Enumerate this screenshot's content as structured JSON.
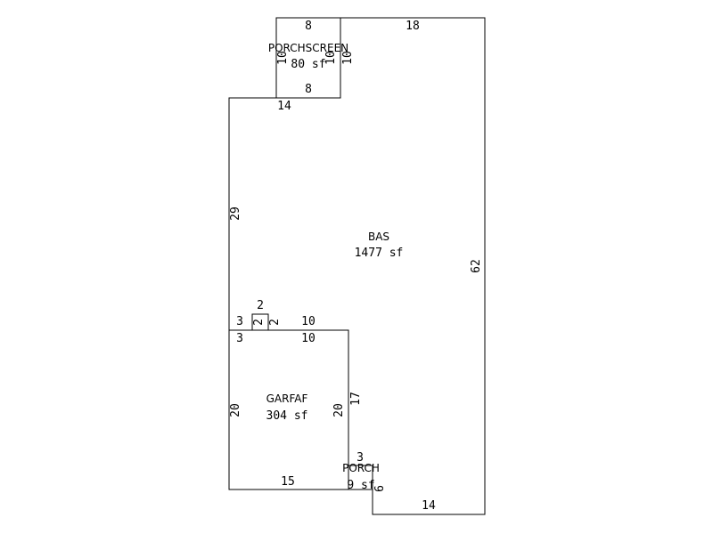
{
  "areas": [
    {
      "id": "bas",
      "name": "BAS",
      "area": "1477 sf"
    },
    {
      "id": "porchscreen",
      "name": "PORCHSCREEN",
      "area": "80 sf"
    },
    {
      "id": "garfaf",
      "name": "GARFAF",
      "area": "304 sf"
    },
    {
      "id": "porch",
      "name": "PORCH",
      "area": "9 sf"
    }
  ],
  "dimensions": {
    "bas": {
      "top": "18",
      "right": "62",
      "bottom": "14",
      "left_upper": "29",
      "step_top": "14",
      "notch_left": "3",
      "notch_top": "2",
      "notch_inner_left": "2",
      "notch_inner_right": "2",
      "garage_top": "10"
    },
    "porchscreen": {
      "top": "8",
      "bottom": "8",
      "left": "10",
      "right_inner": "10",
      "right_outer": "10"
    },
    "garfaf": {
      "top": "10",
      "left_outer": "3",
      "left": "20",
      "right": "20",
      "right_outer": "17",
      "bottom": "15"
    },
    "porch": {
      "top": "3",
      "right": "6"
    }
  }
}
